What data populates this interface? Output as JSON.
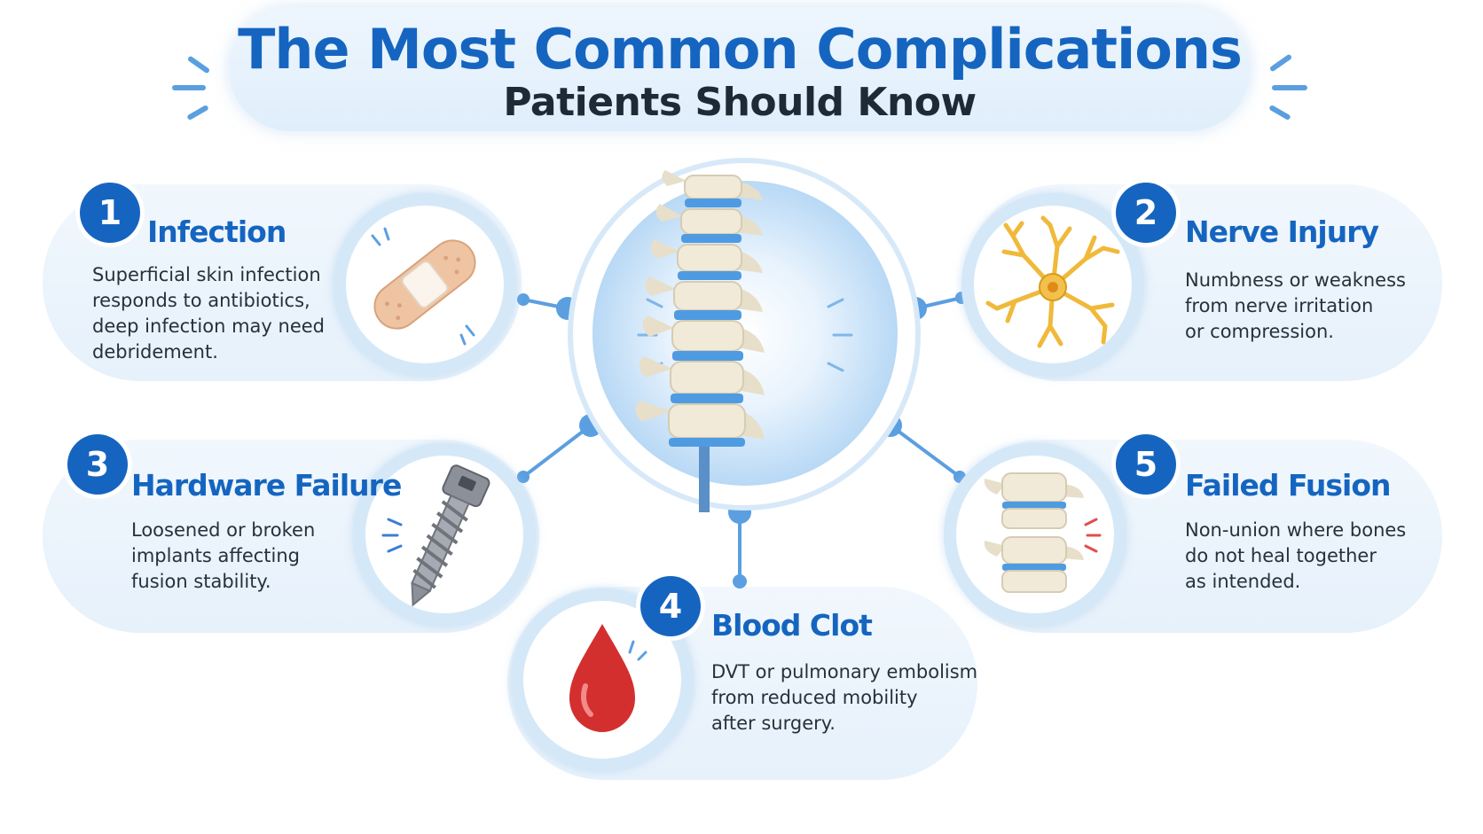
{
  "title": {
    "main": "The Most Common Complications",
    "sub": "Patients Should Know"
  },
  "colors": {
    "accent": "#1565c0",
    "card_bg": "#e9f3fc",
    "ring": "#d5e8f8",
    "connector": "#5b9fe0"
  },
  "complications": [
    {
      "number": "1",
      "title": "Infection",
      "desc": [
        "Superficial skin infection",
        "responds to antibiotics,",
        "deep infection may need",
        "debridement."
      ],
      "icon": "bandage-icon"
    },
    {
      "number": "2",
      "title": "Nerve Injury",
      "desc": [
        "Numbness or weakness",
        "from nerve irritation",
        "or compression."
      ],
      "icon": "neuron-icon"
    },
    {
      "number": "3",
      "title": "Hardware Failure",
      "desc": [
        "Loosened or broken",
        "implants affecting",
        "fusion stability."
      ],
      "icon": "screw-icon"
    },
    {
      "number": "4",
      "title": "Blood Clot",
      "desc": [
        "DVT or pulmonary embolism",
        "from reduced mobility",
        "after surgery."
      ],
      "icon": "blood-drop-icon"
    },
    {
      "number": "5",
      "title": "Failed Fusion",
      "desc": [
        "Non-union where bones",
        "do not heal together",
        "as intended."
      ],
      "icon": "vertebrae-icon"
    }
  ],
  "hub": {
    "icon": "spine-icon"
  }
}
